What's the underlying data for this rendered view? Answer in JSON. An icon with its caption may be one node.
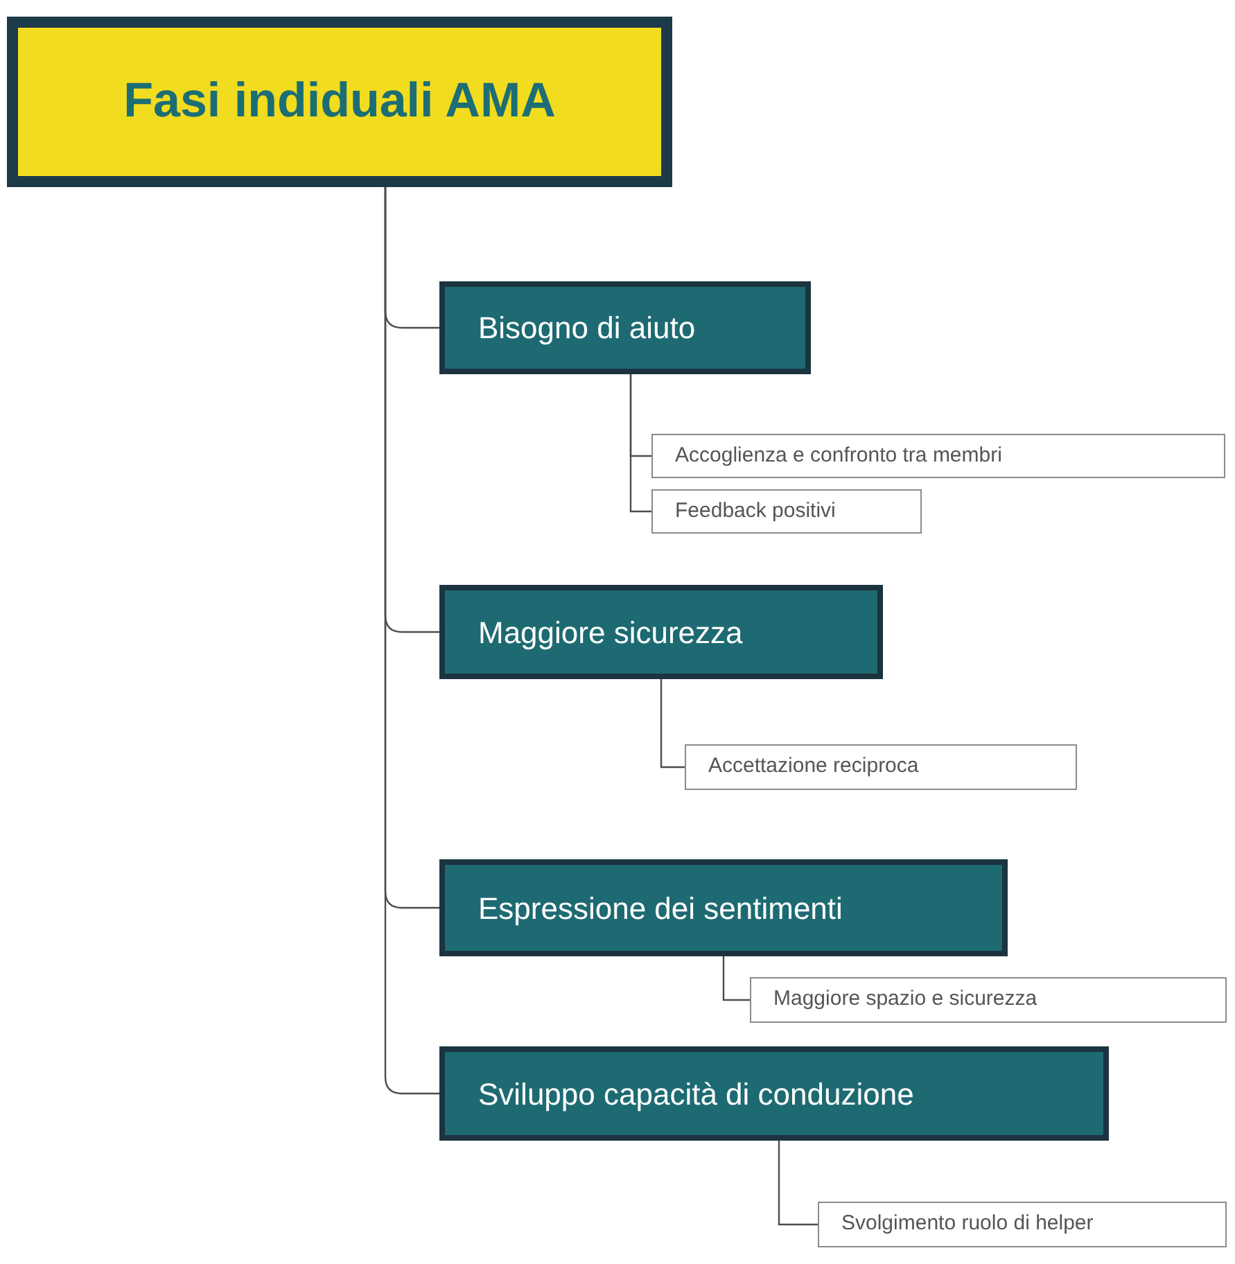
{
  "diagram": {
    "nodes": [
      {
        "text": [
          "Fasi indiduali AMA"
        ]
      },
      {
        "text": [
          "Bisogno di aiuto"
        ]
      },
      {
        "text": [
          "Accoglienza e confronto tra membri"
        ]
      },
      {
        "text": [
          "Feedback positivi"
        ]
      },
      {
        "text": [
          "Maggiore sicurezza"
        ]
      },
      {
        "text": [
          "Accettazione reciproca"
        ]
      },
      {
        "text": [
          "Espressione dei sentimenti"
        ]
      },
      {
        "text": [
          "Maggiore spazio e sicurezza"
        ]
      },
      {
        "text": [
          "Sviluppo capacità di conduzione"
        ]
      },
      {
        "text": [
          "Svolgimento ruolo di helper"
        ]
      }
    ],
    "edges": [
      {
        "from": 0,
        "to": 1,
        "arrow": "none"
      },
      {
        "from": 0,
        "to": 4,
        "arrow": "none"
      },
      {
        "from": 0,
        "to": 6,
        "arrow": "none"
      },
      {
        "from": 0,
        "to": 8,
        "arrow": "none"
      },
      {
        "from": 1,
        "to": 2,
        "arrow": "none"
      },
      {
        "from": 1,
        "to": 3,
        "arrow": "none"
      },
      {
        "from": 4,
        "to": 5,
        "arrow": "none"
      },
      {
        "from": 6,
        "to": 7,
        "arrow": "none"
      },
      {
        "from": 8,
        "to": 9,
        "arrow": "none"
      }
    ]
  }
}
